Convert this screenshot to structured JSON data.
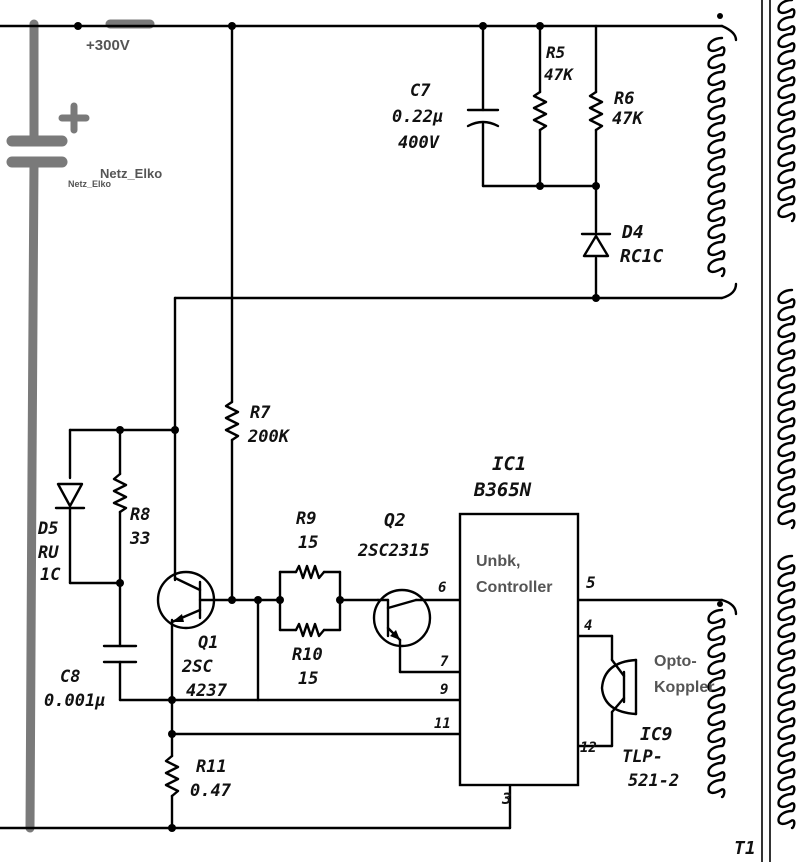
{
  "annotations": {
    "supply": "+300V",
    "netz_elko": "Netz_Elko",
    "netz_elko_small": "Netz_Elko",
    "controller_line1": "Unbk,",
    "controller_line2": "Controller",
    "opto_line1": "Opto-",
    "opto_line2": "Koppler",
    "plus_sign": "+"
  },
  "components": {
    "C7": {
      "name": "C7",
      "value": "0.22µ",
      "rating": "400V"
    },
    "R5": {
      "name": "R5",
      "value": "47K"
    },
    "R6": {
      "name": "R6",
      "value": "47K"
    },
    "D4": {
      "name": "D4",
      "value": "RC1C"
    },
    "R7": {
      "name": "R7",
      "value": "200K"
    },
    "D5": {
      "name": "D5",
      "value1": "RU",
      "value2": "1C"
    },
    "R8": {
      "name": "R8",
      "value": "33"
    },
    "C8": {
      "name": "C8",
      "value": "0.001µ"
    },
    "Q1": {
      "name": "Q1",
      "value1": "2SC",
      "value2": "4237"
    },
    "R9": {
      "name": "R9",
      "value": "15"
    },
    "R10": {
      "name": "R10",
      "value": "15"
    },
    "Q2": {
      "name": "Q2",
      "value": "2SC2315"
    },
    "IC1": {
      "name": "IC1",
      "value": "B365N"
    },
    "IC9": {
      "name": "IC9",
      "value1": "TLP-",
      "value2": "521-2"
    },
    "R11": {
      "name": "R11",
      "value": "0.47"
    },
    "T1": {
      "name": "T1"
    }
  },
  "pins": {
    "p3": "3",
    "p4": "4",
    "p5": "5",
    "p6": "6",
    "p7": "7",
    "p9": "9",
    "p11": "11",
    "p12": "12"
  },
  "colors": {
    "ink": "#000000",
    "overlay_text": "#555555",
    "overlay_wire": "#7a7a7a"
  }
}
